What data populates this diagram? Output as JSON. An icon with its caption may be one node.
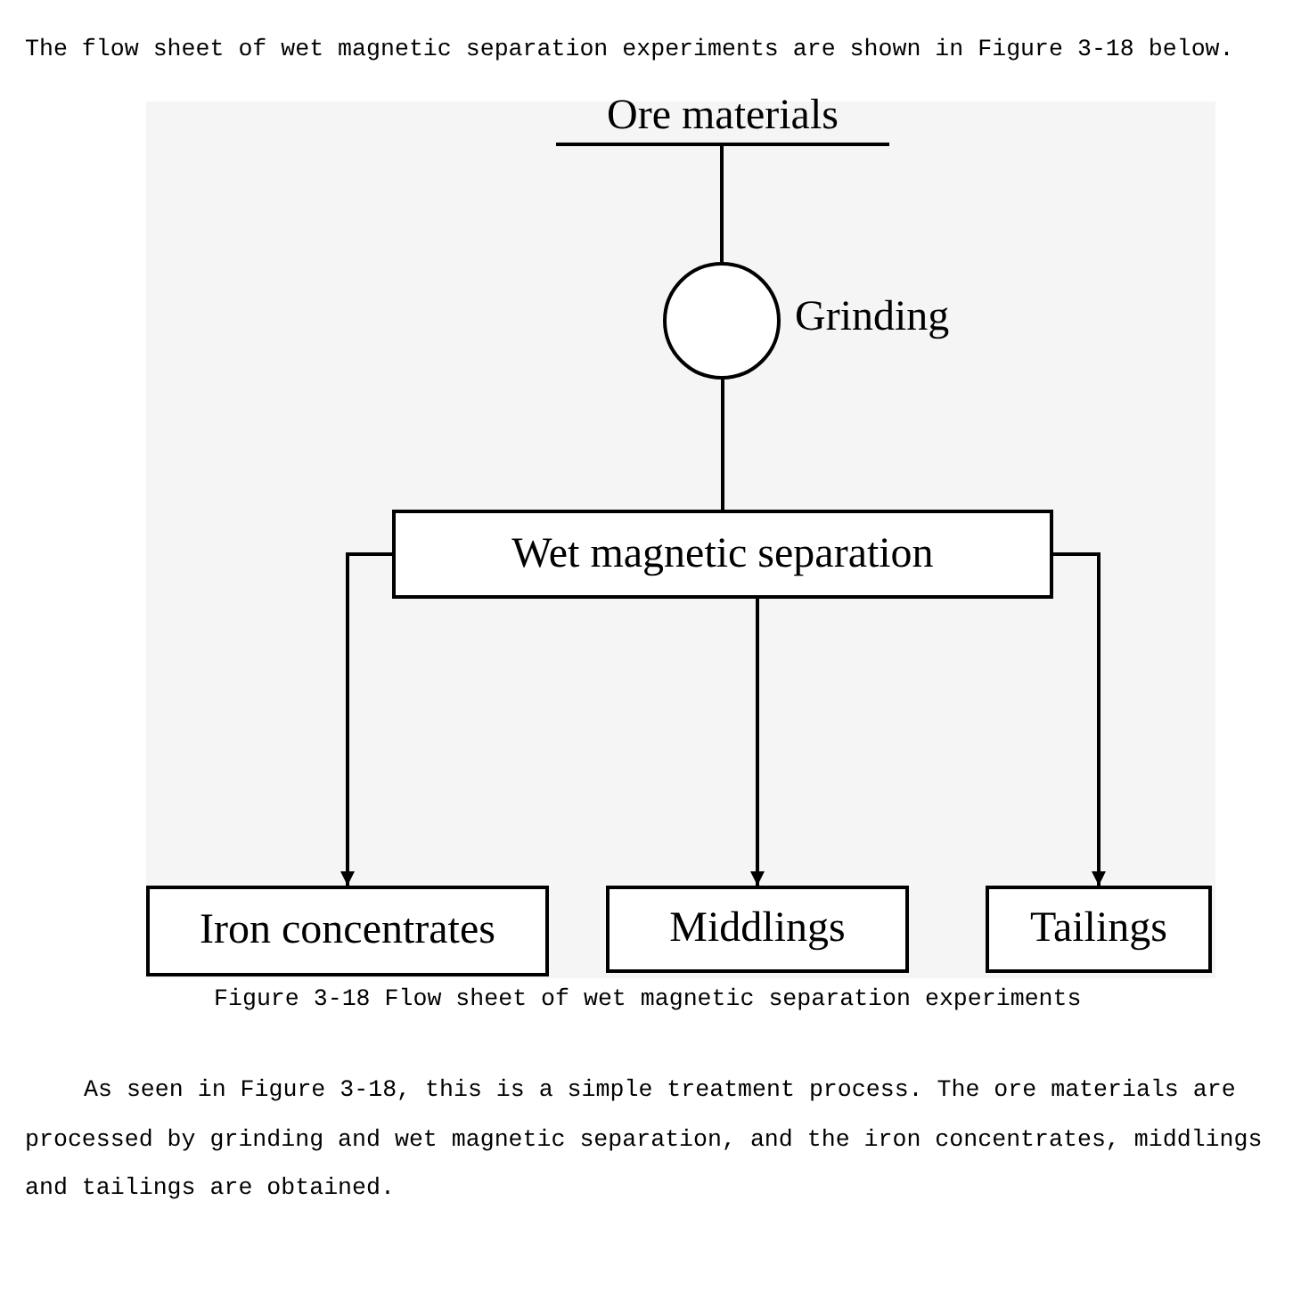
{
  "diagram": {
    "caption": "Figure 3-18 Flow sheet of wet magnetic separation experiments",
    "nodes": [
      {
        "text": [
          "Ore materials"
        ]
      },
      {
        "text": [],
        "shape": "circle",
        "beside": [
          "Grinding"
        ]
      },
      {
        "text": [
          "Wet magnetic separation"
        ]
      },
      {
        "text": [
          "Iron concentrates"
        ]
      },
      {
        "text": [
          "Middlings"
        ]
      },
      {
        "text": [
          "Tailings"
        ]
      }
    ],
    "edges": [
      {
        "from": 0,
        "to": 1,
        "arrow": "none"
      },
      {
        "from": 1,
        "to": 2,
        "arrow": "none"
      },
      {
        "from": 2,
        "to": 3,
        "arrow": "to"
      },
      {
        "from": 2,
        "to": 4,
        "arrow": "to"
      },
      {
        "from": 2,
        "to": 5,
        "arrow": "to"
      }
    ],
    "labels": [
      "The flow sheet of wet magnetic separation experiments are shown in Figure 3-18 below.",
      "As seen in Figure 3-18, this is a simple treatment process. The ore materials are processed by grinding and wet magnetic separation, and the iron concentrates, middlings and tailings are obtained."
    ]
  }
}
